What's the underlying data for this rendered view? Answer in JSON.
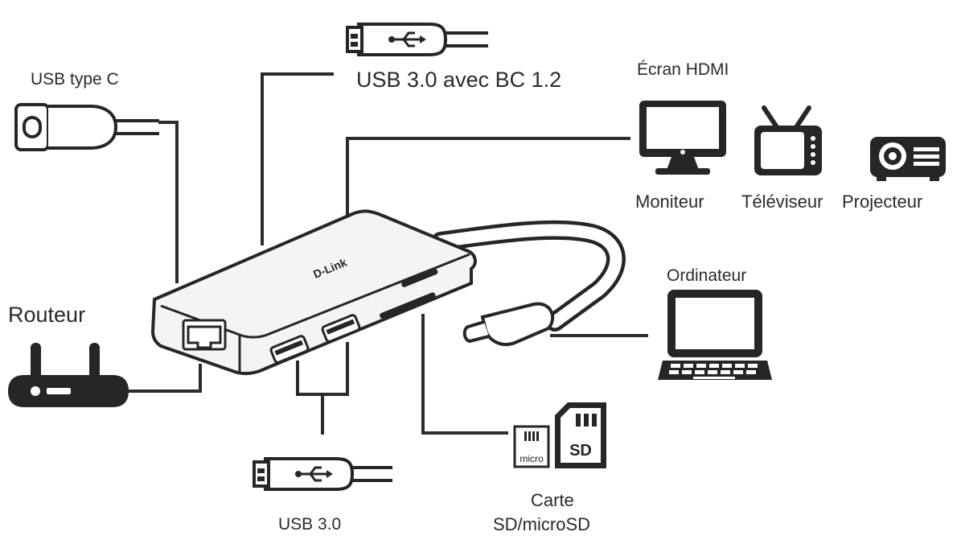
{
  "labels": {
    "usb_c": "USB type C",
    "usb_bc": "USB 3.0 avec BC 1.2",
    "hdmi_screen": "Écran HDMI",
    "monitor": "Moniteur",
    "tv": "Téléviseur",
    "projector": "Projecteur",
    "computer": "Ordinateur",
    "router": "Routeur",
    "usb3": "USB 3.0",
    "card_line1": "Carte",
    "card_line2": "SD/microSD"
  },
  "device": {
    "brand": "D-Link"
  },
  "cards": {
    "micro_text": "micro",
    "sd_text": "SD"
  },
  "colors": {
    "line": "#2b2b2b",
    "ink": "#262626",
    "device_fill": "#f2f2f2",
    "background": "#ffffff"
  },
  "icons": [
    "usb-a-plug-icon",
    "usb-c-plug-icon",
    "monitor-icon",
    "tv-icon",
    "projector-icon",
    "laptop-icon",
    "router-icon",
    "microsd-card-icon",
    "sd-card-icon"
  ]
}
